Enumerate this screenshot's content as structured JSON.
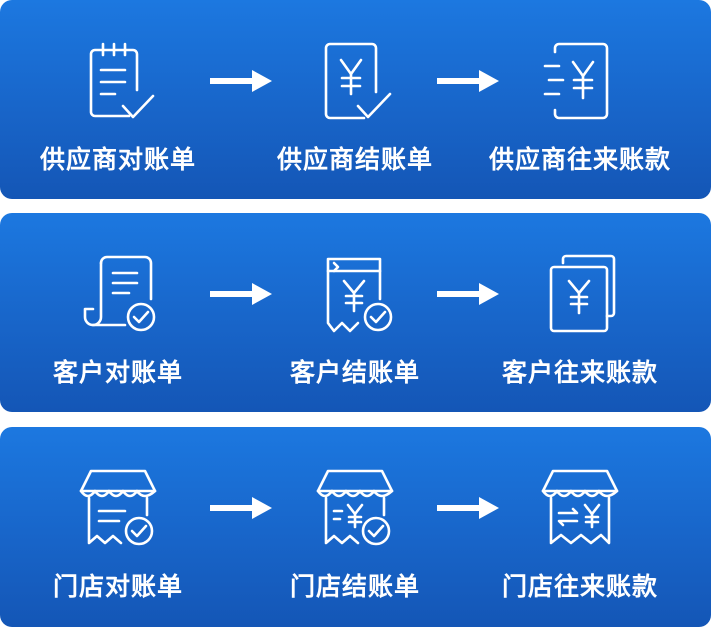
{
  "rows": [
    {
      "steps": [
        {
          "label": "供应商对账单",
          "icon": "clipboard-check-icon"
        },
        {
          "label": "供应商结账单",
          "icon": "yen-document-check-icon"
        },
        {
          "label": "供应商往来账款",
          "icon": "yen-document-lines-icon"
        }
      ]
    },
    {
      "steps": [
        {
          "label": "客户对账单",
          "icon": "scroll-receipt-check-icon"
        },
        {
          "label": "客户结账单",
          "icon": "yen-receipt-check-icon"
        },
        {
          "label": "客户往来账款",
          "icon": "stacked-yen-documents-icon"
        }
      ]
    },
    {
      "steps": [
        {
          "label": "门店对账单",
          "icon": "store-check-icon"
        },
        {
          "label": "门店结账单",
          "icon": "store-yen-check-icon"
        },
        {
          "label": "门店往来账款",
          "icon": "store-exchange-yen-icon"
        }
      ]
    }
  ],
  "colors": {
    "panel_top": "#1c78e0",
    "panel_bottom": "#1456b6",
    "foreground": "#ffffff"
  }
}
